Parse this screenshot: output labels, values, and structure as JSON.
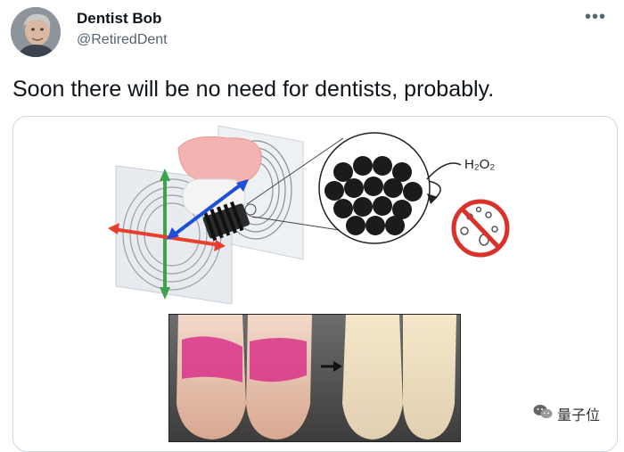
{
  "author": {
    "display_name": "Dentist Bob",
    "handle": "@RetiredDent",
    "avatar_icon": "avatar-photo"
  },
  "more_icon": "ellipsis-icon",
  "tweet": {
    "text": "Soon there will be no need for dentists, probably."
  },
  "figure": {
    "chemical_label": "H₂O₂",
    "arrow_icon": "right-arrow-icon",
    "no_bacteria_icon": "no-bacteria-icon"
  },
  "watermark": {
    "text": "量子位",
    "icon": "wechat-icon"
  },
  "colors": {
    "text_primary": "#0f1419",
    "text_secondary": "#536471",
    "border": "#cfd9de",
    "axis_red": "#e8402c",
    "axis_green": "#3ea34a",
    "axis_blue": "#1f4fd8",
    "forbid_red": "#d8322a"
  }
}
